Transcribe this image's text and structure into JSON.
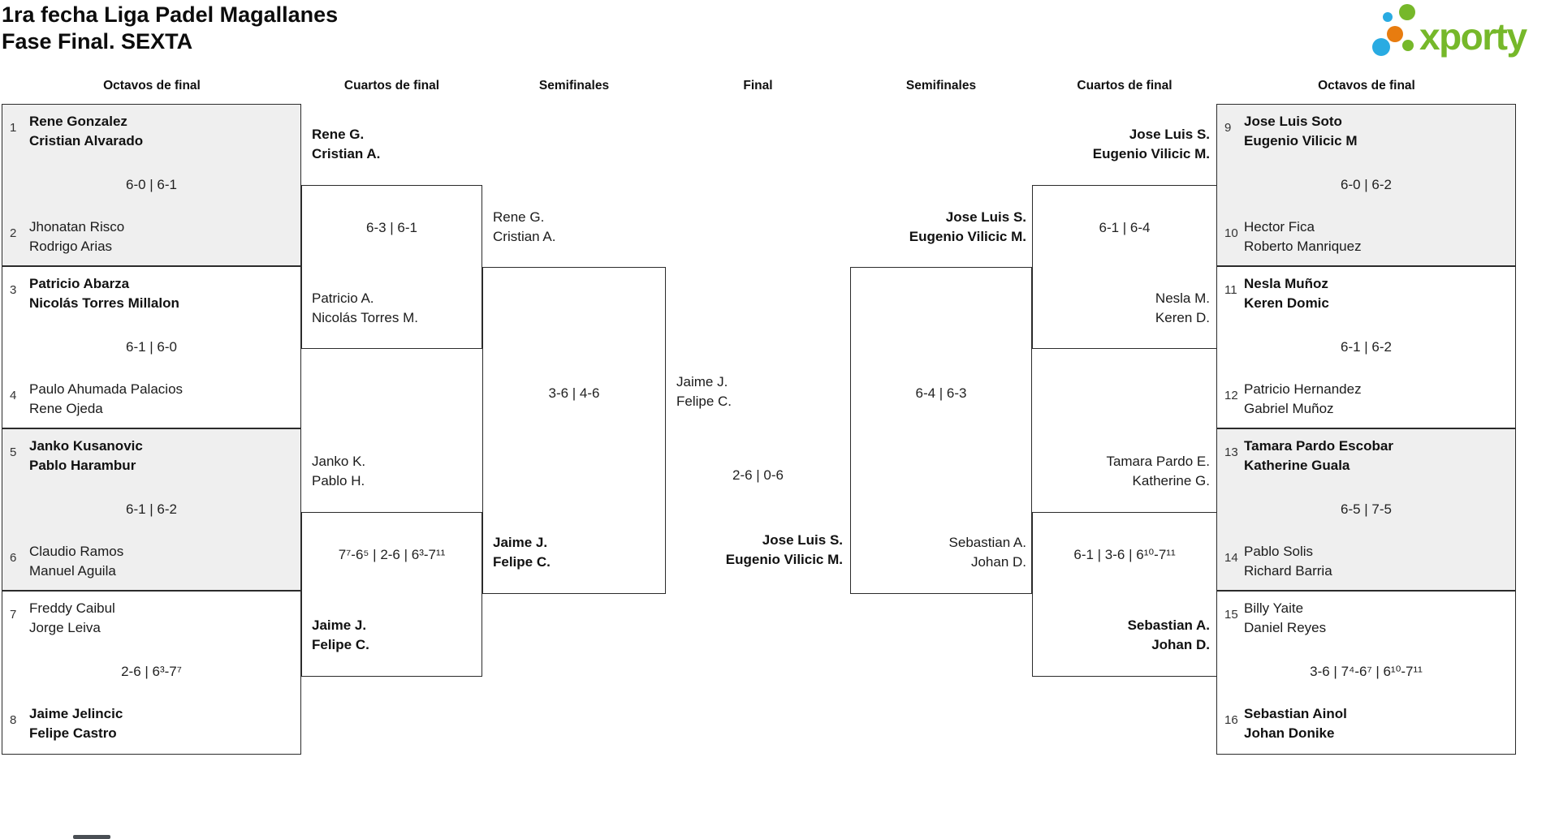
{
  "title": {
    "line1": "1ra fecha Liga Padel Magallanes",
    "line2": "Fase Final. SEXTA"
  },
  "logo": {
    "brand": "xporty"
  },
  "colors": {
    "accent_green": "#76b82a",
    "dot_blue": "#29abe2",
    "dot_orange": "#e87c0f",
    "box_shade": "#efefef",
    "border": "#2b2b2b"
  },
  "round_headers": [
    "Octavos de final",
    "Cuartos de final",
    "Semifinales",
    "Final",
    "Semifinales",
    "Cuartos de final",
    "Octavos de final"
  ],
  "octavos": [
    {
      "seed1": "1",
      "team1": [
        "Rene Gonzalez",
        "Cristian Alvarado"
      ],
      "score": "6-0 | 6-1",
      "seed2": "2",
      "team2": [
        "Jhonatan Risco",
        "Rodrigo Arias"
      ],
      "winner": 1
    },
    {
      "seed1": "3",
      "team1": [
        "Patricio Abarza",
        "Nicolás Torres Millalon"
      ],
      "score": "6-1 | 6-0",
      "seed2": "4",
      "team2": [
        "Paulo Ahumada Palacios",
        "Rene Ojeda"
      ],
      "winner": 1
    },
    {
      "seed1": "5",
      "team1": [
        "Janko Kusanovic",
        "Pablo Harambur"
      ],
      "score": "6-1 | 6-2",
      "seed2": "6",
      "team2": [
        "Claudio Ramos",
        "Manuel Aguila"
      ],
      "winner": 1
    },
    {
      "seed1": "7",
      "team1": [
        "Freddy Caibul",
        "Jorge Leiva"
      ],
      "score": "2-6 | 6³-7⁷",
      "seed2": "8",
      "team2": [
        "Jaime Jelincic",
        "Felipe Castro"
      ],
      "winner": 2
    },
    {
      "seed1": "9",
      "team1": [
        "Jose Luis Soto",
        "Eugenio Vilicic M"
      ],
      "score": "6-0 | 6-2",
      "seed2": "10",
      "team2": [
        "Hector Fica",
        "Roberto Manriquez"
      ],
      "winner": 1
    },
    {
      "seed1": "11",
      "team1": [
        "Nesla Muñoz",
        "Keren Domic"
      ],
      "score": "6-1 | 6-2",
      "seed2": "12",
      "team2": [
        "Patricio Hernandez",
        "Gabriel Muñoz"
      ],
      "winner": 1
    },
    {
      "seed1": "13",
      "team1": [
        "Tamara Pardo Escobar",
        "Katherine Guala"
      ],
      "score": "6-5 | 7-5",
      "seed2": "14",
      "team2": [
        "Pablo Solis",
        "Richard Barria"
      ],
      "winner": 1
    },
    {
      "seed1": "15",
      "team1": [
        "Billy Yaite",
        "Daniel Reyes"
      ],
      "score": "3-6 | 7⁴-6⁷ | 6¹⁰-7¹¹",
      "seed2": "16",
      "team2": [
        "Sebastian Ainol",
        "Johan Donike"
      ],
      "winner": 2
    }
  ],
  "cuartos": [
    {
      "team1": [
        "Rene G.",
        "Cristian A."
      ],
      "score": "6-3 | 6-1",
      "team2": [
        "Patricio A.",
        "Nicolás Torres M."
      ],
      "winner": 1
    },
    {
      "team1": [
        "Janko K.",
        "Pablo H."
      ],
      "score": "7⁷-6⁵ | 2-6 | 6³-7¹¹",
      "team2": [
        "Jaime J.",
        "Felipe C."
      ],
      "winner": 2
    },
    {
      "team1": [
        "Jose Luis S.",
        "Eugenio Vilicic M."
      ],
      "score": "6-1 | 6-4",
      "team2": [
        "Nesla M.",
        "Keren D."
      ],
      "winner": 1
    },
    {
      "team1": [
        "Tamara Pardo E.",
        "Katherine G."
      ],
      "score": "6-1 | 3-6 | 6¹⁰-7¹¹",
      "team2": [
        "Sebastian A.",
        "Johan D."
      ],
      "winner": 2
    }
  ],
  "semifinales": [
    {
      "team1": [
        "Rene G.",
        "Cristian A."
      ],
      "score": "3-6 | 4-6",
      "team2": [
        "Jaime J.",
        "Felipe C."
      ],
      "winner": 2
    },
    {
      "team1": [
        "Jose Luis S.",
        "Eugenio Vilicic M."
      ],
      "score": "6-4 | 6-3",
      "team2": [
        "Sebastian A.",
        "Johan D."
      ],
      "winner": 1
    }
  ],
  "final": {
    "team1": [
      "Jaime J.",
      "Felipe C."
    ],
    "score": "2-6 | 0-6",
    "team2": [
      "Jose Luis S.",
      "Eugenio Vilicic M."
    ],
    "winner": 2
  }
}
